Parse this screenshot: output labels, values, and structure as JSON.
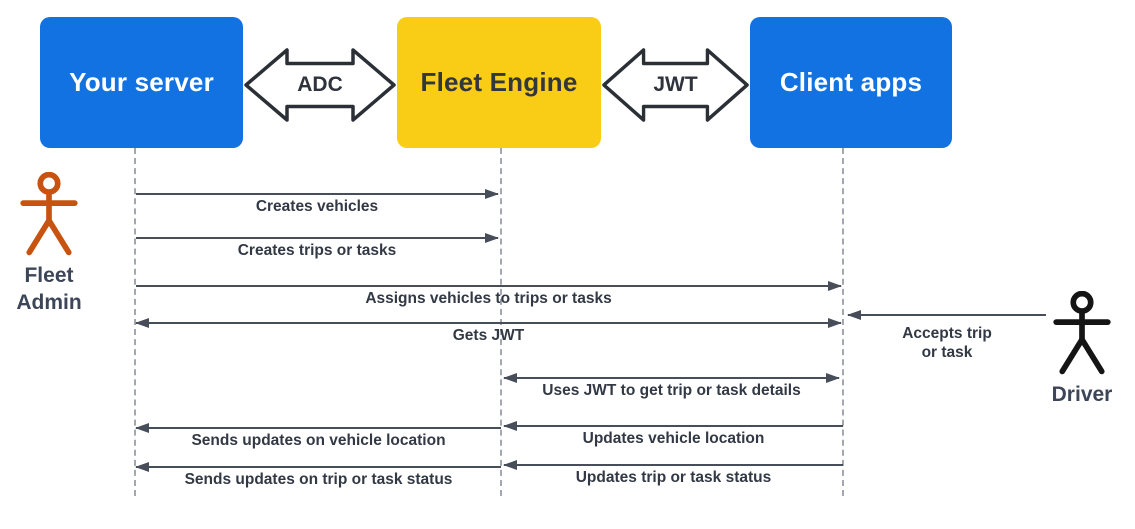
{
  "nodes": {
    "your_server": {
      "label": "Your server"
    },
    "fleet_engine": {
      "label": "Fleet Engine"
    },
    "client_apps": {
      "label": "Client apps"
    }
  },
  "connectors": {
    "adc": {
      "label": "ADC"
    },
    "jwt": {
      "label": "JWT"
    }
  },
  "actors": {
    "fleet_admin": {
      "line1": "Fleet",
      "line2": "Admin"
    },
    "driver": {
      "label": "Driver"
    }
  },
  "messages": {
    "creates_vehicles": {
      "label": "Creates vehicles"
    },
    "creates_trips": {
      "label": "Creates trips or tasks"
    },
    "assigns_vehicles": {
      "label": "Assigns vehicles to trips or tasks"
    },
    "gets_jwt": {
      "label": "Gets JWT"
    },
    "accepts_trip": {
      "line1": "Accepts trip",
      "line2": "or task"
    },
    "uses_jwt": {
      "label": "Uses JWT to get trip or task details"
    },
    "sends_vehicle_location": {
      "label": "Sends updates on vehicle location"
    },
    "updates_vehicle_location": {
      "label": "Updates vehicle location"
    },
    "sends_trip_status": {
      "label": "Sends updates on trip or task status"
    },
    "updates_trip_status": {
      "label": "Updates trip or task status"
    }
  },
  "colors": {
    "node_blue": "#1372E2",
    "node_yellow": "#F9CC16",
    "admin_orange": "#C85310",
    "driver_black": "#151515",
    "arrow_dark": "#474E59",
    "label_text": "#323945",
    "lifeline_gray": "#A2A7B0"
  }
}
